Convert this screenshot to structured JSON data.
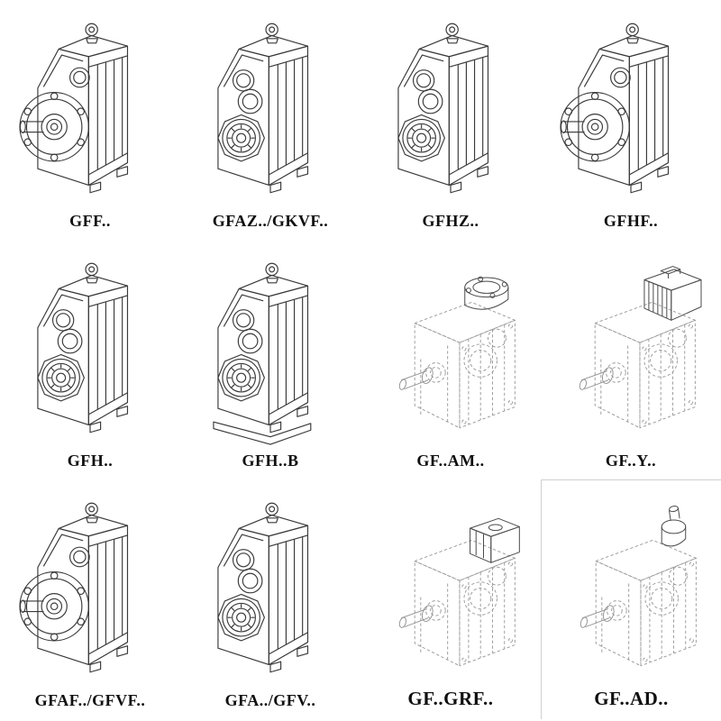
{
  "catalog": {
    "items": [
      {
        "label": "GFF..",
        "drawing": "flange-output-gearbox"
      },
      {
        "label": "GFAZ../GKVF..",
        "drawing": "hollow-shaft-gearbox"
      },
      {
        "label": "GFHZ..",
        "drawing": "hollow-shaft-gearbox"
      },
      {
        "label": "GFHF..",
        "drawing": "flange-output-gearbox"
      },
      {
        "label": "GFH..",
        "drawing": "hollow-shaft-gearbox"
      },
      {
        "label": "GFH..B",
        "drawing": "foot-mounted-hollow-shaft-gearbox"
      },
      {
        "label": "GF..AM..",
        "drawing": "gearbox-with-motor-adapter-flange"
      },
      {
        "label": "GF..Y..",
        "drawing": "gearbox-with-mounted-motor"
      },
      {
        "label": "GFAF../GFVF..",
        "drawing": "flange-output-gearbox"
      },
      {
        "label": "GFA../GFV..",
        "drawing": "shaft-output-gearbox"
      },
      {
        "label": "GF..GRF..",
        "drawing": "gearbox-with-gear-unit-adapter"
      },
      {
        "label": "GF..AD..",
        "drawing": "gearbox-with-input-shaft-adapter"
      }
    ],
    "colors": {
      "solid_line": "#3a3a3a",
      "dashed_line": "#979797",
      "attachment_line": "#4a4a4a",
      "label_text": "#101010",
      "background": "#ffffff"
    }
  }
}
